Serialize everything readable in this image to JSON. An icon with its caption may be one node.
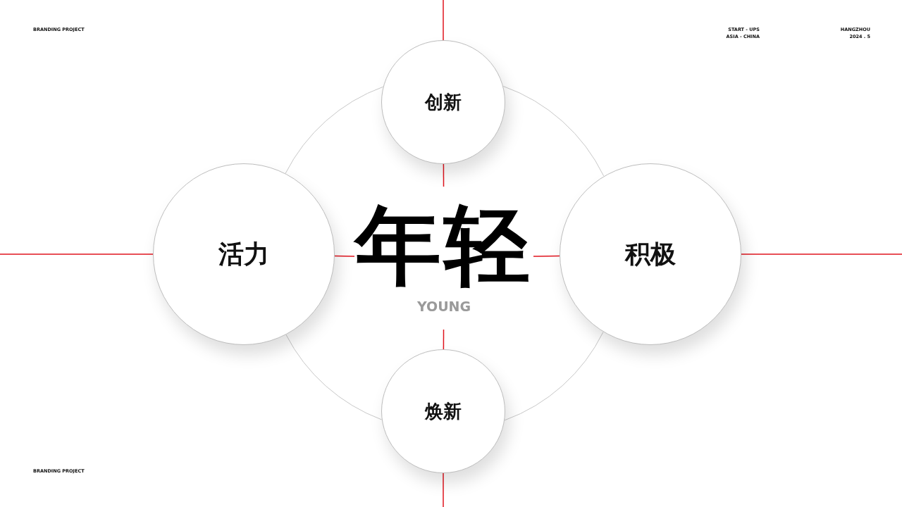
{
  "diagram": {
    "nodes": [
      {
        "text": [
          "创新"
        ]
      },
      {
        "text": [
          "活力"
        ]
      },
      {
        "text": [
          "年轻",
          "YOUNG"
        ]
      },
      {
        "text": [
          "积极"
        ]
      },
      {
        "text": [
          "焕新"
        ]
      }
    ],
    "edges": [
      {
        "from": null,
        "to": 0,
        "arrow": "none"
      },
      {
        "from": 0,
        "to": 2,
        "arrow": "none"
      },
      {
        "from": null,
        "to": 1,
        "arrow": "none"
      },
      {
        "from": 1,
        "to": 2,
        "arrow": "none"
      },
      {
        "from": 2,
        "to": 3,
        "arrow": "none"
      },
      {
        "from": 3,
        "to": null,
        "arrow": "none"
      },
      {
        "from": 2,
        "to": 4,
        "arrow": "none"
      },
      {
        "from": 4,
        "to": null,
        "arrow": "none"
      },
      {
        "from": 0,
        "to": 3,
        "arrow": "none",
        "color": "#c8c8c8"
      },
      {
        "from": 3,
        "to": 4,
        "arrow": "none",
        "color": "#c8c8c8"
      },
      {
        "from": 4,
        "to": 1,
        "arrow": "none",
        "color": "#c8c8c8"
      },
      {
        "from": 1,
        "to": 0,
        "arrow": "none",
        "color": "#c8c8c8"
      }
    ],
    "labels": [
      "BRANDING PROJECT",
      "START - UPS",
      "HANGZHOU",
      "ASIA - CHINA",
      "2024 . 5",
      "BRANDING PROJECT"
    ]
  }
}
